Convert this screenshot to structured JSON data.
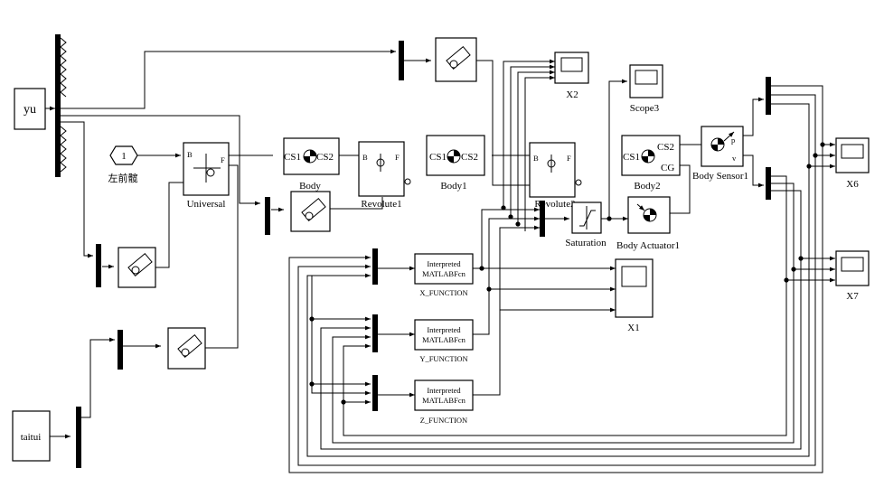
{
  "blocks": {
    "yu": "yu",
    "taitui": "taitui",
    "const_value": "1",
    "const_label": "左前髋",
    "universal": "Universal",
    "body": "Body",
    "body1": "Body1",
    "body2": "Body2",
    "revolute1": "Revolute1",
    "revolute2": "Revolute2",
    "saturation": "Saturation",
    "body_actuator1": "Body Actuator1",
    "body_sensor1": "Body Sensor1",
    "scope_x2": "X2",
    "scope3": "Scope3",
    "scope_x6": "X6",
    "scope_x7": "X7",
    "scope_x1": "X1",
    "fcn_line1": "Interpreted",
    "fcn_line2": "MATLABFcn",
    "x_function": "X_FUNCTION",
    "y_function": "Y_FUNCTION",
    "z_function": "Z_FUNCTION"
  },
  "ports": {
    "B": "B",
    "F": "F",
    "CS1": "CS1",
    "CS2": "CS2",
    "CG": "CG",
    "p": "p",
    "v": "v"
  }
}
